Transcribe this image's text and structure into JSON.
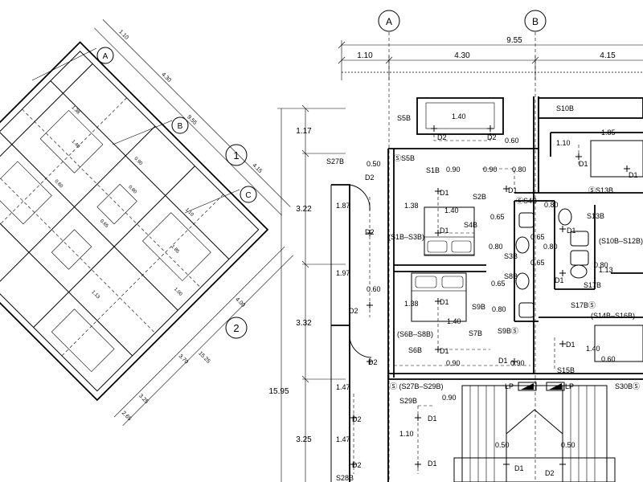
{
  "grid": {
    "top": {
      "a": "A",
      "b": "B"
    },
    "rows": {
      "r1": "1",
      "r2": "2"
    },
    "rotated": {
      "a": "A",
      "b": "B",
      "c": "C"
    }
  },
  "dims_top": {
    "total": "9.55",
    "d1": "1.10",
    "d2": "4.30",
    "d3": "4.15"
  },
  "dims_left": {
    "total": "15.95",
    "d1": "1.17",
    "d2": "3.22",
    "d3": "3.32",
    "d4": "3.25"
  },
  "labels": {
    "s5b": "S5B",
    "s10b": "S10B",
    "s27b": "S27B",
    "s5b_c": "ⓈS5B",
    "d_140a": "1.40",
    "d_060a": "0.60",
    "d_050a": "0.50",
    "s1b": "S1B",
    "d_090a": "0.90",
    "d_090b": "0.90",
    "d_080a": "0.80",
    "d_187": "1.87",
    "d_138a": "1.38",
    "d_140b": "1.40",
    "s2b": "S2B",
    "s4b_c": "ⓈS4B",
    "d_080b": "0.80",
    "s13b": "ⓈS13B",
    "s13b_b": "S13B",
    "s4b": "S4B",
    "d_065a": "0.65",
    "s1b_s3b": "(S1B–S3B)",
    "d_080c": "0.80",
    "d_065b": "0.65",
    "s3b": "S3B",
    "d_065c": "0.65",
    "d_080d": "0.80",
    "s10b_s12b": "(S10B–S12B)",
    "d_080e": "0.80",
    "d_113": "1.13",
    "d_197": "1.97",
    "s8b": "S8B",
    "d_065d": "0.65",
    "s17b": "S17B",
    "d_060b": "0.60",
    "d_138b": "1.38",
    "s9b": "S9B",
    "d_080f": "0.80",
    "s17b_c": "S17BⓈ",
    "s14b_s16b": "(S14B–S16B)",
    "d_140c": "1.40",
    "s6b_s8b": "(S6B–S8B)",
    "s7b": "S7B",
    "s9b_c": "S9BⓈ",
    "s6b": "S6B",
    "d_140d": "1.40",
    "d_060c": "0.60",
    "d_090c": "0.90",
    "d_090d": "0.90",
    "s15b": "S15B",
    "s27b_s29b": "Ⓢ (S27B–S29B)",
    "lp1": "LP",
    "lp2": "LP",
    "s30b": "S30BⓈ",
    "d_147a": "1.47",
    "s29b": "S29B",
    "d_090e": "0.90",
    "d_110": "1.10",
    "d_147b": "1.47",
    "d_050b": "0.50",
    "d_050c": "0.50",
    "s28b": "S28B",
    "d_185": "1.85",
    "d_110b": "1.10",
    "d1": "D1",
    "d2": "D2"
  },
  "rotated_labels": {
    "r_110": "1.10",
    "r_430": "4.30",
    "r_955": "9.55",
    "r_415": "4.15",
    "r_400": "4.00",
    "r_370": "3.70",
    "r_325": "3.25",
    "r_1525": "15.25",
    "r_265": "2.65",
    "r_138": "1.38",
    "r_140": "1.40",
    "r_090": "0.90",
    "r_080": "0.80",
    "r_065": "0.65",
    "r_060": "0.60",
    "r_110b": "1.10",
    "r_185": "1.85",
    "r_100": "1.00",
    "r_113": "1.13"
  }
}
